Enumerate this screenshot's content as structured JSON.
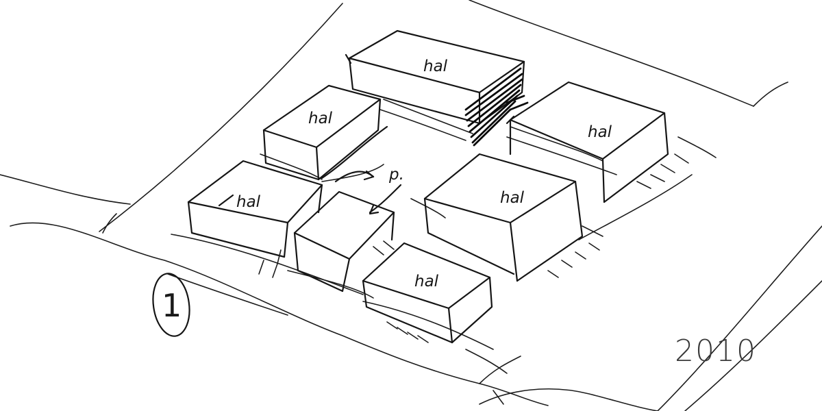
{
  "sketch": {
    "labels": {
      "hall_back": "hal",
      "hall_upper_left": "hal",
      "hall_right": "hal",
      "hall_left": "hal",
      "hall_center": "hal",
      "hall_front": "hal",
      "plaza": "p."
    },
    "sheet_number": "1",
    "year": "2010",
    "ink_color": "#151515",
    "background": "#ffffff"
  }
}
